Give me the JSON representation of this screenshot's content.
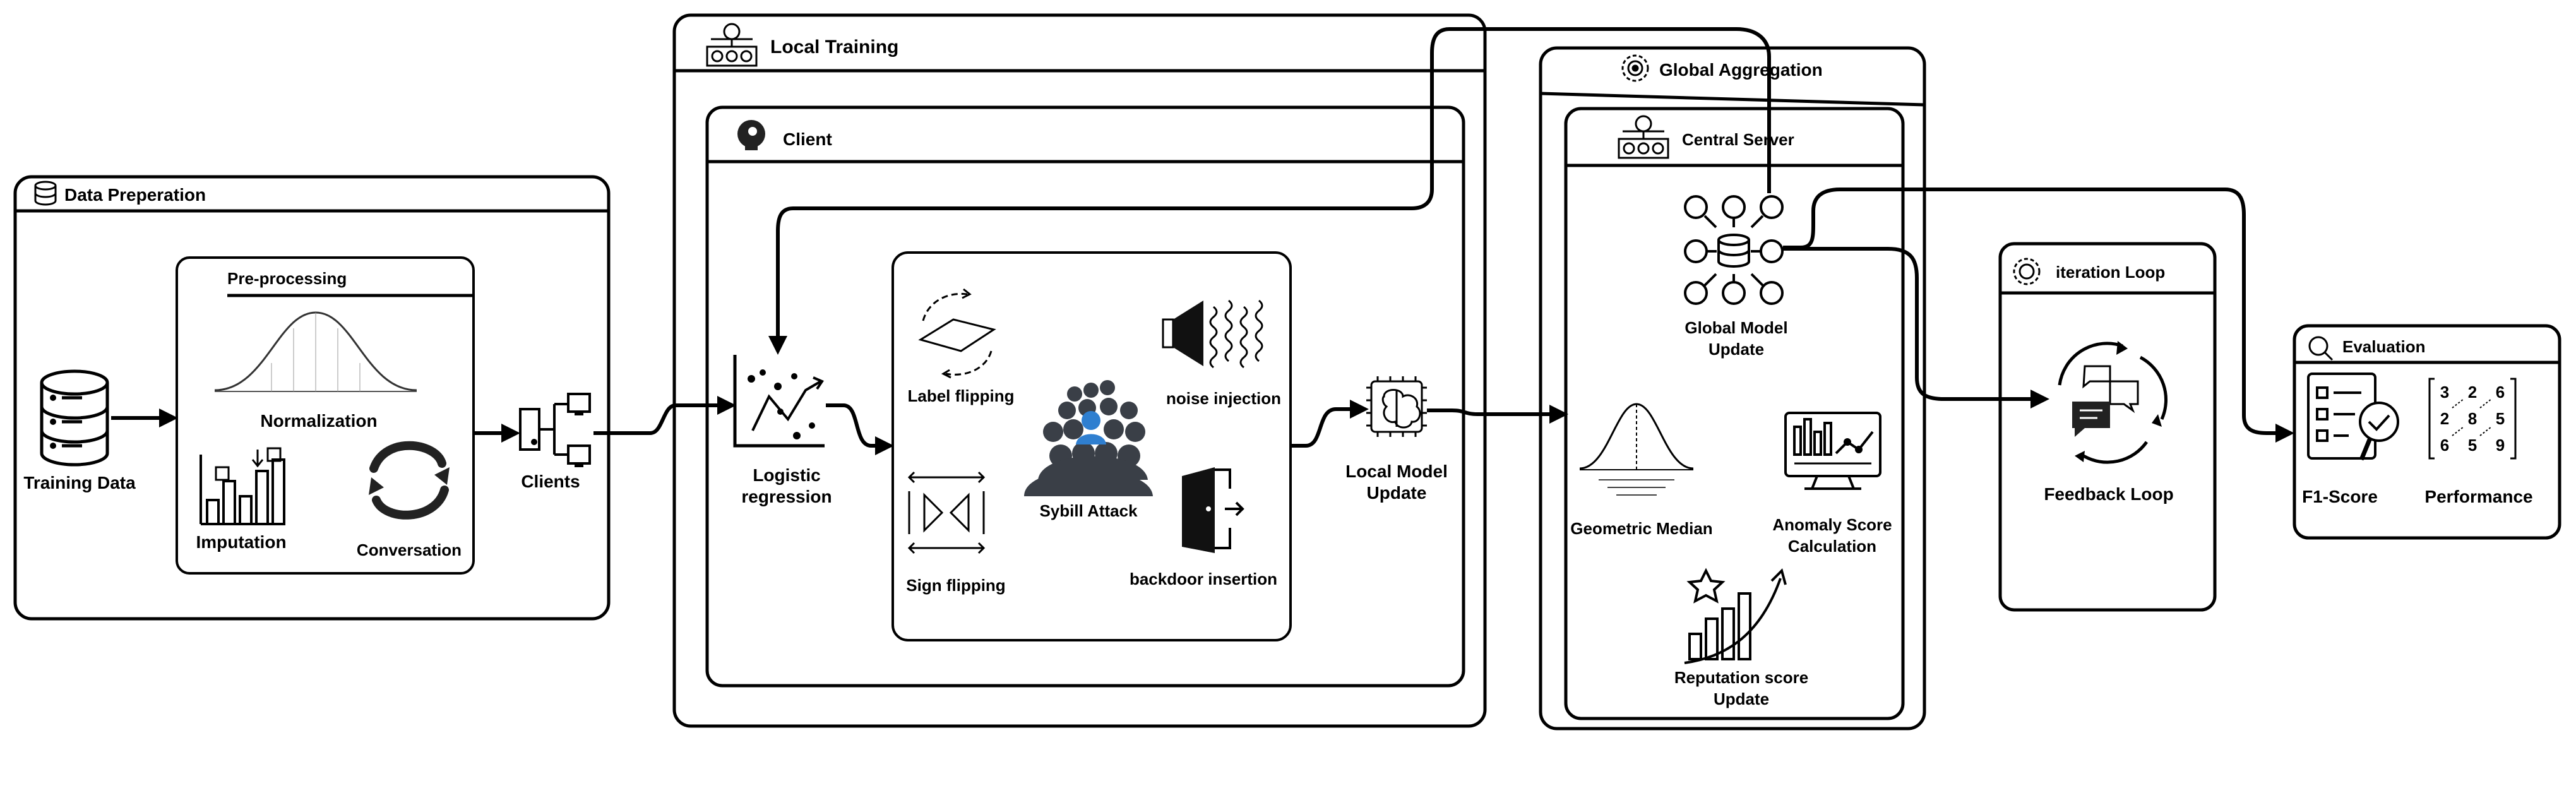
{
  "sections": {
    "data_preparation": {
      "title": "Data Preperation",
      "training_data": "Training Data",
      "preprocessing": {
        "title": "Pre-processing",
        "normalization": "Normalization",
        "imputation": "Imputation",
        "conversation": "Conversation"
      },
      "clients": "Clients"
    },
    "local_training": {
      "title": "Local Training",
      "client": {
        "title": "Client",
        "logistic_regression": [
          "Logistic",
          "regression"
        ],
        "attacks": {
          "label_flipping": "Label flipping",
          "noise_injection": "noise injection",
          "sybil_attack": "Sybill Attack",
          "sign_flipping": "Sign flipping",
          "backdoor_insertion": "backdoor insertion"
        },
        "local_model_update": [
          "Local Model",
          "Update"
        ]
      }
    },
    "global_aggregation": {
      "title": "Global Aggregation",
      "central_server": {
        "title": "Central Server",
        "global_model_update": [
          "Global Model",
          "Update"
        ],
        "geometric_median": "Geometric Median",
        "anomaly_score": [
          "Anomaly Score",
          "Calculation"
        ],
        "reputation_score": [
          "Reputation score",
          "Update"
        ]
      }
    },
    "iteration_loop": {
      "title": "iteration Loop",
      "feedback_loop": "Feedback Loop"
    },
    "evaluation": {
      "title": "Evaluation",
      "f1_score": "F1-Score",
      "performance": "Performance",
      "matrix_values": [
        "3",
        "2",
        "6",
        "2",
        "8",
        "5",
        "6",
        "5",
        "9"
      ]
    }
  },
  "icons": [
    "database-icon",
    "server-stack-icon",
    "bell-curve-icon",
    "bar-chart-icon",
    "refresh-arrows-icon",
    "client-network-icon",
    "scatter-trend-icon",
    "rotate-plane-icon",
    "speaker-noise-icon",
    "crowd-icon",
    "flip-arrows-icon",
    "door-exit-icon",
    "ai-chip-icon",
    "gear-icon",
    "network-database-icon",
    "monitor-analytics-icon",
    "star-growth-icon",
    "chat-loop-icon",
    "checklist-icon",
    "matrix-icon"
  ]
}
